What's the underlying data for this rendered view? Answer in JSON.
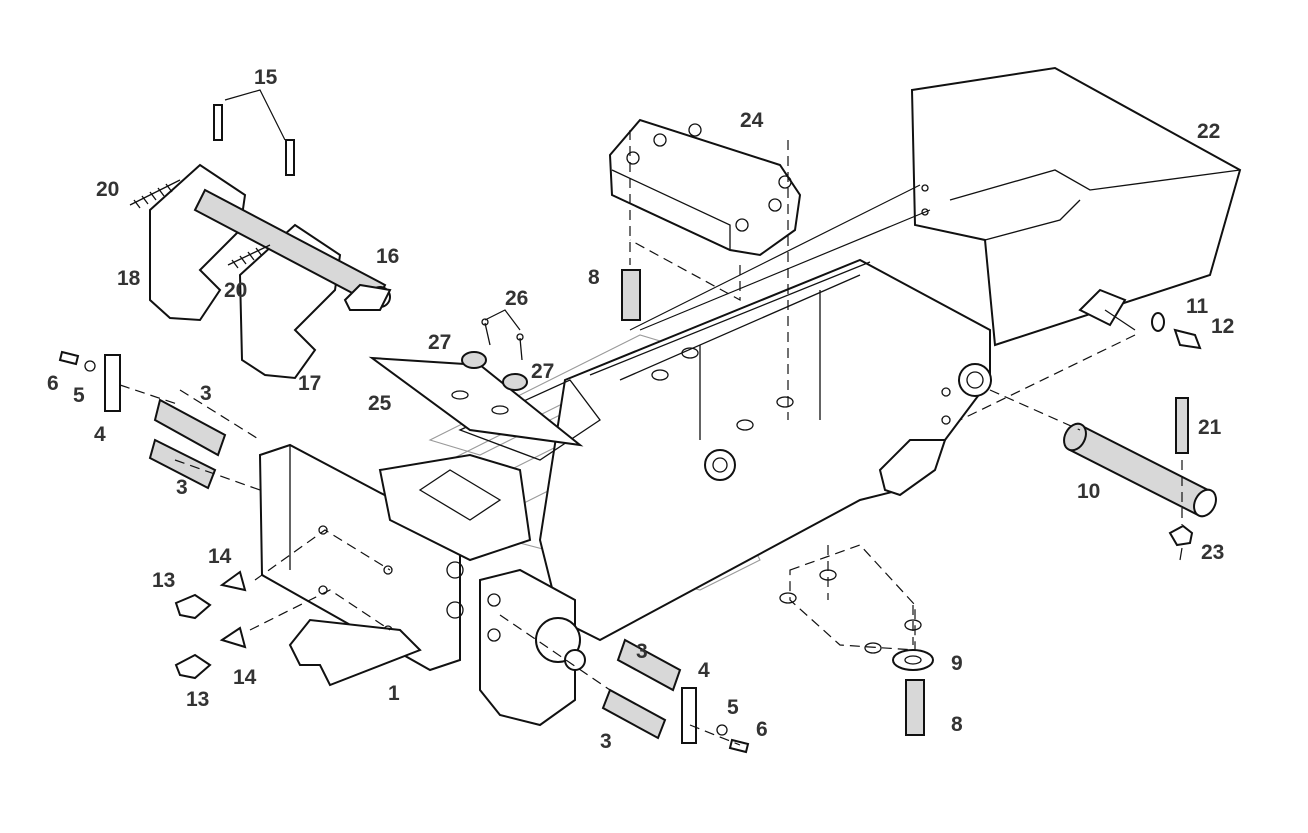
{
  "diagram": {
    "type": "exploded-parts-diagram",
    "part_labels": [
      {
        "id": "l1",
        "text": "1"
      },
      {
        "id": "l3a",
        "text": "3"
      },
      {
        "id": "l3b",
        "text": "3"
      },
      {
        "id": "l3c",
        "text": "3"
      },
      {
        "id": "l3d",
        "text": "3"
      },
      {
        "id": "l4a",
        "text": "4"
      },
      {
        "id": "l4b",
        "text": "4"
      },
      {
        "id": "l5a",
        "text": "5"
      },
      {
        "id": "l5b",
        "text": "5"
      },
      {
        "id": "l6a",
        "text": "6"
      },
      {
        "id": "l6b",
        "text": "6"
      },
      {
        "id": "l8a",
        "text": "8"
      },
      {
        "id": "l8b",
        "text": "8"
      },
      {
        "id": "l9",
        "text": "9"
      },
      {
        "id": "l10",
        "text": "10"
      },
      {
        "id": "l11",
        "text": "11"
      },
      {
        "id": "l12",
        "text": "12"
      },
      {
        "id": "l13a",
        "text": "13"
      },
      {
        "id": "l13b",
        "text": "13"
      },
      {
        "id": "l14a",
        "text": "14"
      },
      {
        "id": "l14b",
        "text": "14"
      },
      {
        "id": "l15",
        "text": "15"
      },
      {
        "id": "l16",
        "text": "16"
      },
      {
        "id": "l17",
        "text": "17"
      },
      {
        "id": "l18",
        "text": "18"
      },
      {
        "id": "l20a",
        "text": "20"
      },
      {
        "id": "l20b",
        "text": "20"
      },
      {
        "id": "l21",
        "text": "21"
      },
      {
        "id": "l22",
        "text": "22"
      },
      {
        "id": "l23",
        "text": "23"
      },
      {
        "id": "l24",
        "text": "24"
      },
      {
        "id": "l25",
        "text": "25"
      },
      {
        "id": "l26",
        "text": "26"
      },
      {
        "id": "l27a",
        "text": "27"
      },
      {
        "id": "l27b",
        "text": "27"
      }
    ]
  }
}
